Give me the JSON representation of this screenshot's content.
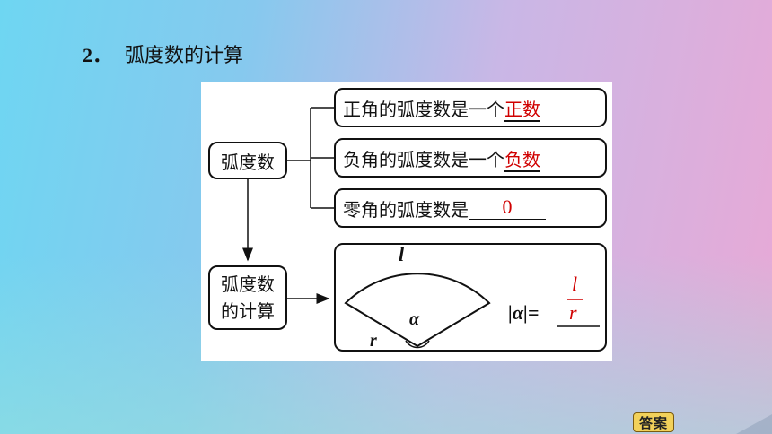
{
  "heading": {
    "number": "2．",
    "title": "弧度数的计算"
  },
  "concept_box": "弧度数",
  "calc_box": {
    "line1": "弧度数",
    "line2": "的计算"
  },
  "rules": [
    {
      "text": "正角的弧度数是一个",
      "answer": "正数"
    },
    {
      "text": "负角的弧度数是一个",
      "answer": "负数"
    },
    {
      "text": "零角的弧度数是",
      "answer": "0"
    }
  ],
  "sector": {
    "arc_label": "l",
    "radius_label": "r",
    "angle_label": "α"
  },
  "formula": {
    "left": "|α|=",
    "numerator": "l",
    "denominator": "r"
  },
  "answer_button": "答案",
  "colors": {
    "answer": "#d00000",
    "button": "#f2d15a"
  }
}
